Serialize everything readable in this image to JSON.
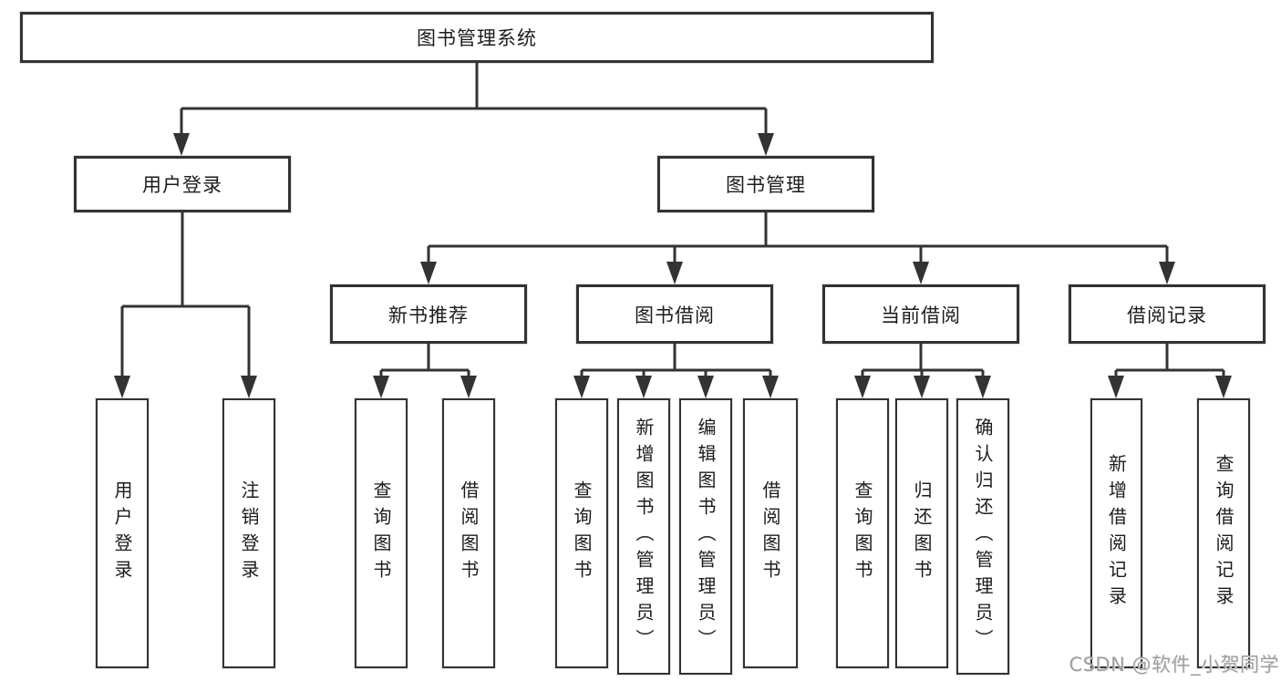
{
  "tree": {
    "label": "图书管理系统",
    "children": [
      {
        "label": "用户登录",
        "children": [
          {
            "label": "用户登录"
          },
          {
            "label": "注销登录"
          }
        ]
      },
      {
        "label": "图书管理",
        "children": [
          {
            "label": "新书推荐",
            "children": [
              {
                "label": "查询图书"
              },
              {
                "label": "借阅图书"
              }
            ]
          },
          {
            "label": "图书借阅",
            "children": [
              {
                "label": "查询图书"
              },
              {
                "label": "新增图书（管理员）"
              },
              {
                "label": "编辑图书（管理员）"
              },
              {
                "label": "借阅图书"
              }
            ]
          },
          {
            "label": "当前借阅",
            "children": [
              {
                "label": "查询图书"
              },
              {
                "label": "归还图书"
              },
              {
                "label": "确认归还（管理员）"
              }
            ]
          },
          {
            "label": "借阅记录",
            "children": [
              {
                "label": "新增借阅记录"
              },
              {
                "label": "查询借阅记录"
              }
            ]
          }
        ]
      }
    ]
  },
  "watermark": {
    "text": "CSDN @软件_小贺同学"
  },
  "colors": {
    "line": "#333333",
    "box_border": "#333333",
    "text": "#1c1c1c",
    "watermark": "#9f9f9f",
    "background": "#ffffff"
  }
}
